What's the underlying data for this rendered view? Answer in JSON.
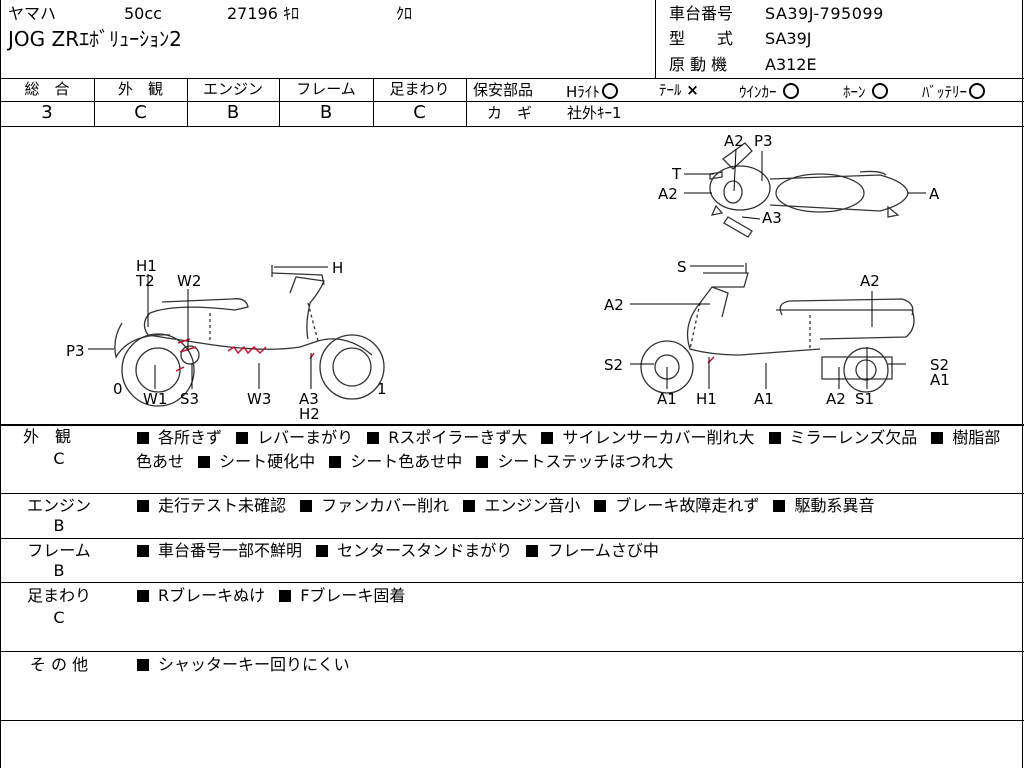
{
  "header": {
    "maker": "ヤマハ",
    "displacement": "50cc",
    "mileage": "27196 ｷﾛ",
    "color": "ｸﾛ",
    "model_name": "JOG ZRｴﾎﾞﾘｭｰｼｮﾝ2",
    "frame_no_label": "車台番号",
    "frame_no": "SA39J-795099",
    "type_label": "型　　式",
    "type": "SA39J",
    "engine_label": "原 動 機",
    "engine": "A312E"
  },
  "grades": [
    {
      "label": "総　合",
      "value": "3"
    },
    {
      "label": "外　観",
      "value": "C"
    },
    {
      "label": "エンジン",
      "value": "B"
    },
    {
      "label": "フレーム",
      "value": "B"
    },
    {
      "label": "足まわり",
      "value": "C"
    }
  ],
  "safety": {
    "label": "保安部品",
    "items": [
      {
        "name": "Hﾗｲﾄ",
        "mark": "circle"
      },
      {
        "name": "ﾃｰﾙ",
        "mark": "×"
      },
      {
        "name": "ｳｲﾝｶｰ",
        "mark": "circle"
      },
      {
        "name": "ﾎｰﾝ",
        "mark": "circle"
      },
      {
        "name": "ﾊﾞｯﾃﾘｰ",
        "mark": "circle"
      }
    ],
    "key_label": "カ　ギ",
    "key_value": "社外ｷｰ1"
  },
  "diagram_labels": {
    "top": [
      "A2",
      "P3",
      "T",
      "A2",
      "A",
      "A3"
    ],
    "left": [
      "H1",
      "T2",
      "W2",
      "H",
      "P3",
      "0",
      "W1",
      "S3",
      "W3",
      "A3",
      "H2",
      "1"
    ],
    "right": [
      "S",
      "A2",
      "A2",
      "S2",
      "A1",
      "H1",
      "A1",
      "A2",
      "S1",
      "S2",
      "A1"
    ]
  },
  "sections": [
    {
      "label": "外　観",
      "grade": "C",
      "items": [
        "各所きず",
        "レバーまがり",
        "Rスポイラーきず大",
        "サイレンサーカバー削れ大",
        "ミラーレンズ欠品",
        "樹脂部色あせ",
        "シート硬化中",
        "シート色あせ中",
        "シートステッチほつれ大"
      ]
    },
    {
      "label": "エンジン",
      "grade": "B",
      "items": [
        "走行テスト未確認",
        "ファンカバー削れ",
        "エンジン音小",
        "ブレーキ故障走れず",
        "駆動系異音"
      ]
    },
    {
      "label": "フレーム",
      "grade": "B",
      "items": [
        "車台番号一部不鮮明",
        "センタースタンドまがり",
        "フレームさび中"
      ]
    },
    {
      "label": "足まわり",
      "grade": "C",
      "items": [
        "Rブレーキぬけ",
        "Fブレーキ固着"
      ]
    },
    {
      "label": "そ の 他",
      "grade": "",
      "items": [
        "シャッターキー回りにくい"
      ]
    }
  ]
}
